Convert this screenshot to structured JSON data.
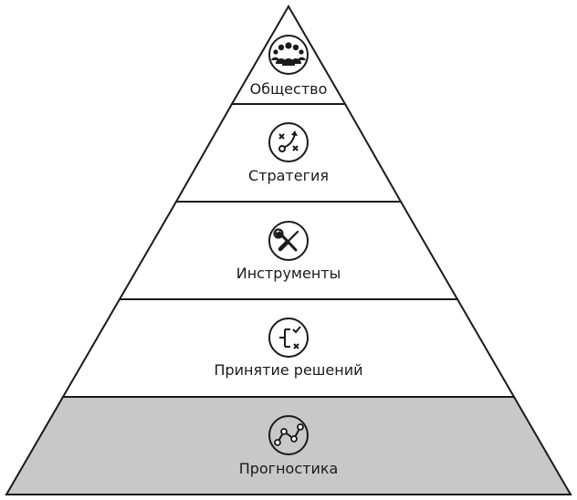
{
  "pyramid": {
    "levels": [
      {
        "label": "Общество",
        "icon": "community-icon"
      },
      {
        "label": "Стратегия",
        "icon": "strategy-icon"
      },
      {
        "label": "Инструменты",
        "icon": "tools-icon"
      },
      {
        "label": "Принятие решений",
        "icon": "decision-icon"
      },
      {
        "label": "Прогностика",
        "icon": "forecast-icon"
      }
    ],
    "colors": {
      "outline": "#1a1a1a",
      "fill": "#ffffff",
      "highlight": "#c8c8c8",
      "icon_bg": "#ffffff"
    }
  }
}
